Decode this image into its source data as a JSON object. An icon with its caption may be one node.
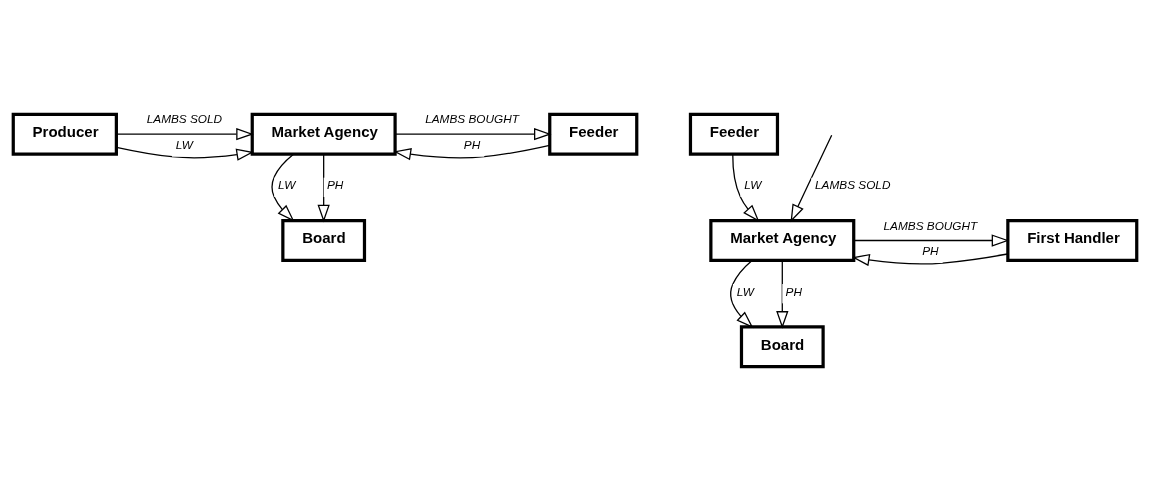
{
  "diagram": {
    "nodes": [
      {
        "text": [
          "Producer"
        ]
      },
      {
        "text": [
          "Market Agency"
        ]
      },
      {
        "text": [
          "Feeder"
        ]
      },
      {
        "text": [
          "Board"
        ]
      },
      {
        "text": [
          "Feeder"
        ]
      },
      {
        "text": [
          "Market Agency"
        ]
      },
      {
        "text": [
          "First Handler"
        ]
      },
      {
        "text": [
          "Board"
        ]
      }
    ],
    "edges": [
      {
        "from": 0,
        "to": 1,
        "arrow": "to",
        "label": "LAMBS SOLD"
      },
      {
        "from": 1,
        "to": 2,
        "arrow": "to",
        "label": "LAMBS BOUGHT"
      },
      {
        "from": 0,
        "to": 1,
        "arrow": "to",
        "label": "LW"
      },
      {
        "from": 2,
        "to": 1,
        "arrow": "to",
        "label": "PH"
      },
      {
        "from": 1,
        "to": 3,
        "arrow": "to",
        "label": "LW"
      },
      {
        "from": 1,
        "to": 3,
        "arrow": "to",
        "label": "PH"
      },
      {
        "from": 4,
        "to": 5,
        "arrow": "to",
        "label": "LW"
      },
      {
        "from": null,
        "to": 5,
        "arrow": "to",
        "label": "LAMBS SOLD"
      },
      {
        "from": 5,
        "to": 6,
        "arrow": "to",
        "label": "LAMBS BOUGHT"
      },
      {
        "from": 6,
        "to": 5,
        "arrow": "to",
        "label": "PH"
      },
      {
        "from": 5,
        "to": 7,
        "arrow": "to",
        "label": "LW"
      },
      {
        "from": 5,
        "to": 7,
        "arrow": "to",
        "label": "PH"
      }
    ]
  }
}
